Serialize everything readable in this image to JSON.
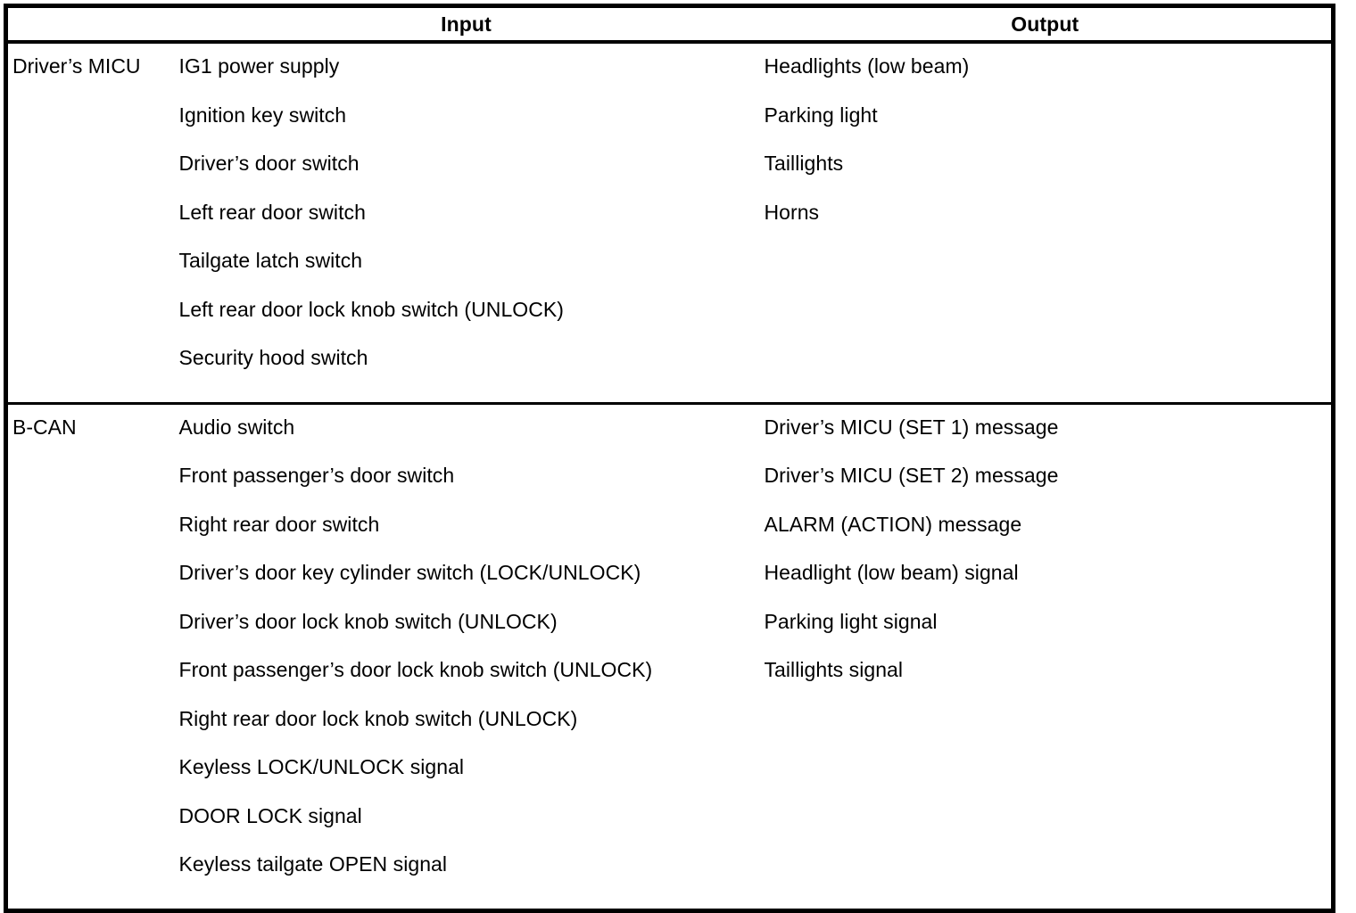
{
  "table": {
    "columns": {
      "label_header": "",
      "input_header": "Input",
      "output_header": "Output"
    },
    "rows": [
      {
        "label": "Driver’s MICU",
        "inputs": [
          "IG1 power supply",
          "Ignition key switch",
          "Driver’s door switch",
          "Left rear door switch",
          "Tailgate latch switch",
          "Left rear door lock knob switch (UNLOCK)",
          "Security hood switch"
        ],
        "outputs": [
          "Headlights (low beam)",
          "Parking light",
          "Taillights",
          "Horns"
        ]
      },
      {
        "label": "B-CAN",
        "inputs": [
          "Audio switch",
          "Front passenger’s door switch",
          "Right rear door switch",
          "Driver’s door key cylinder switch (LOCK/UNLOCK)",
          "Driver’s door lock knob switch (UNLOCK)",
          "Front passenger’s door lock knob switch (UNLOCK)",
          "Right rear door lock knob switch (UNLOCK)",
          "Keyless LOCK/UNLOCK signal",
          "DOOR LOCK signal",
          "Keyless tailgate OPEN signal"
        ],
        "outputs": [
          "Driver’s MICU (SET 1) message",
          "Driver’s MICU (SET 2) message",
          "ALARM (ACTION) message",
          "Headlight (low beam) signal",
          "Parking light signal",
          "Taillights signal"
        ]
      }
    ]
  },
  "colors": {
    "border": "#000000",
    "text": "#000000",
    "background": "#ffffff"
  }
}
